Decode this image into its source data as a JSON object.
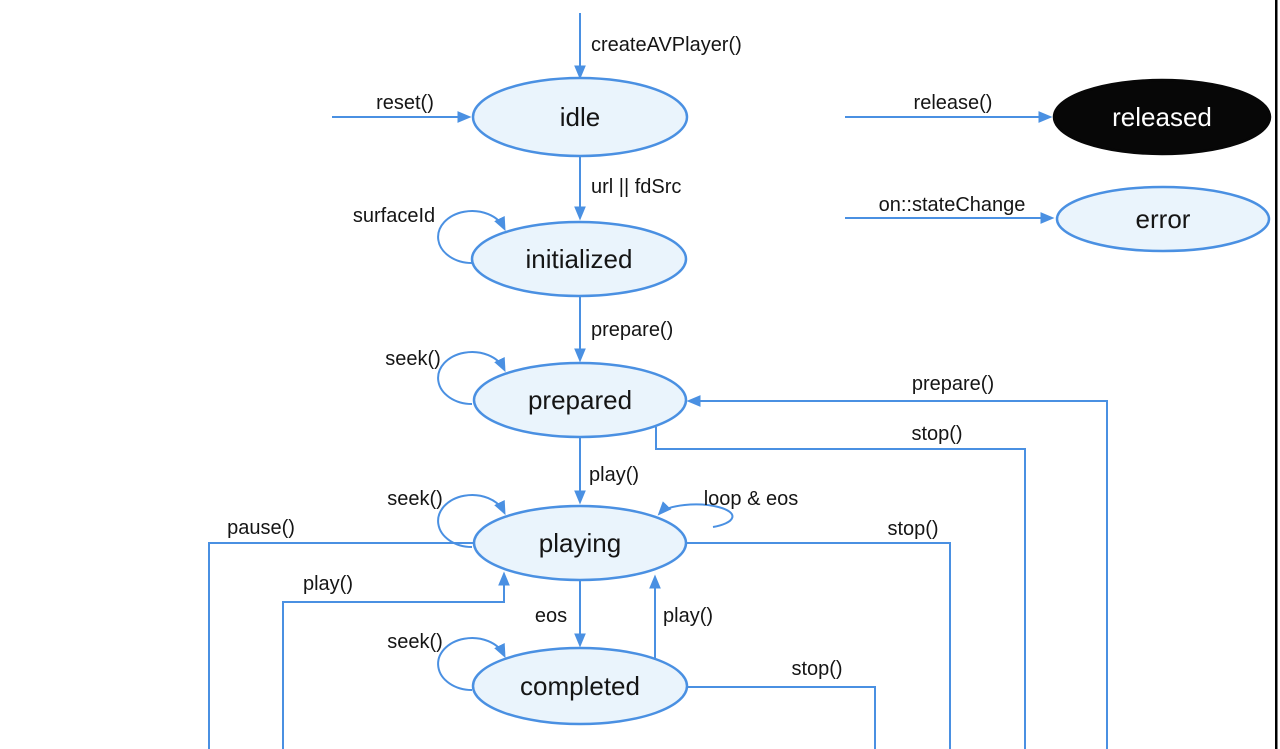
{
  "diagram": {
    "states": {
      "idle": "idle",
      "initialized": "initialized",
      "prepared": "prepared",
      "playing": "playing",
      "completed": "completed",
      "released": "released",
      "error": "error"
    },
    "transitions": {
      "create": "createAVPlayer()",
      "reset": "reset()",
      "release": "release()",
      "on_state_change": "on::stateChange",
      "url_fdsrc": "url || fdSrc",
      "surface_id": "surfaceId",
      "prepare_down": "prepare()",
      "seek_prepared": "seek()",
      "play_down": "play()",
      "seek_playing": "seek()",
      "loop_eos": "loop & eos",
      "pause": "pause()",
      "play_paused": "play()",
      "eos": "eos",
      "play_completed": "play()",
      "seek_completed": "seek()",
      "stop_completed": "stop()",
      "stop_playing": "stop()",
      "stop_prepared": "stop()",
      "prepare_return": "prepare()"
    },
    "colors": {
      "edge_blue": "#4a90e2",
      "state_fill": "#eaf4fc",
      "state_stroke": "#4a90e2",
      "released_fill": "#070707",
      "released_text": "#ffffff",
      "label_text": "#151515",
      "window_edge": "#000000"
    }
  }
}
